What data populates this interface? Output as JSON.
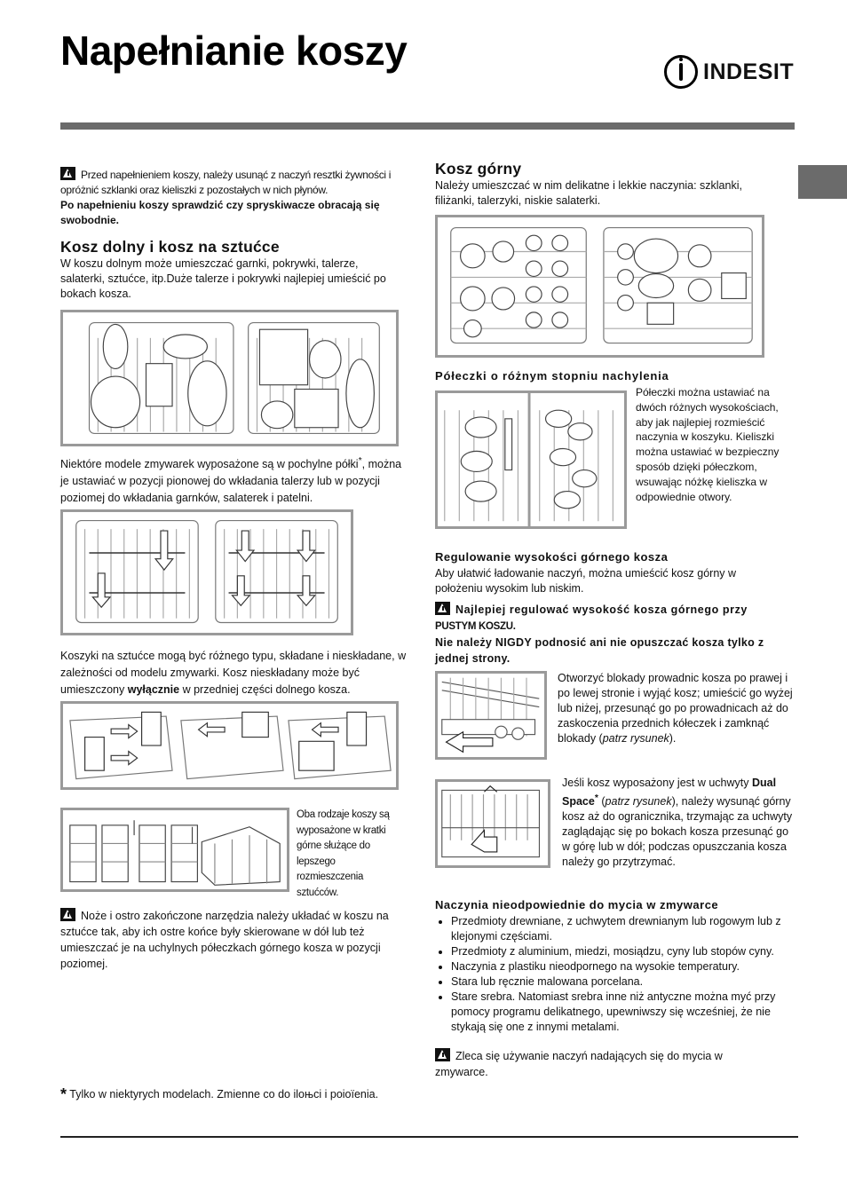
{
  "header": {
    "title": "Napełnianie koszy",
    "logo_text": "INDESIT"
  },
  "left": {
    "intro_warning": "Przed napełnieniem koszy, należy usunąć z naczyń resztki żywności i opróżnić szklanki oraz kieliszki z pozostałych w nich płynów.",
    "intro_bold": "Po napełnieniu koszy sprawdzić czy spryskiwacze obracają się swobodnie.",
    "lower_title": "Kosz dolny i kosz na sztućce",
    "lower_text": "W koszu dolnym może umieszczać garnki, pokrywki, talerze, salaterki, sztućce, itp.Duże talerze i pokrywki najlepiej umieścić po bokach kosza.",
    "shelves_text": "Niektóre modele zmywarek wyposażone są w pochylne półki",
    "shelves_star": "*",
    "shelves_text2": ", można je ustawiać w pozycji pionowej do wkładania talerzy lub w pozycji poziomej do wkładania garnków, salaterek i patelni.",
    "cutlery_text_1": "Koszyki na sztućce mogą być różnego typu, składane i nieskładane, w zależności od modelu zmywarki. Kosz nieskładany może być umieszczony ",
    "cutlery_bold": "wyłącznie",
    "cutlery_text_2": " w przedniej części dolnego kosza.",
    "grates_text": "Oba rodzaje koszy są wyposażone w kratki górne służące do lepszego rozmieszczenia sztućców.",
    "knives_warning": "Noże i ostro zakończone narzędzia należy układać w koszu na sztućce tak, aby ich ostre końce były skierowane w dół lub też umieszczać je na uchylnych półeczkach górnego kosza w pozycji poziomej.",
    "footnote_star": "*",
    "footnote": "Tylko w niektyrych modelach. Zmienne co do iloњci i poioїenia."
  },
  "right": {
    "upper_title": "Kosz górny",
    "upper_text": "Należy umieszczać w nim delikatne i lekkie naczynia: szklanki, filiżanki, talerzyki, niskie salaterki.",
    "tilt_title": "Półeczki o różnym stopniu nachylenia",
    "tilt_text": "Półeczki można ustawiać na dwóch różnych wysokościach, aby jak najlepiej rozmieścić naczynia w koszyku. Kieliszki można ustawiać w bezpieczny sposób dzięki półeczkom, wsuwając nóżkę kieliszka w odpowiednie otwory.",
    "height_title": "Regulowanie wysokości górnego kosza",
    "height_text": "Aby ułatwić ładowanie naczyń, można umieścić kosz górny w położeniu wysokim lub niskim.",
    "height_warn_1": "Najlepiej regulować wysokość kosza górnego przy",
    "height_warn_2": "PUSTYM KOSZU.",
    "height_warn_3": "Nie należy NIGDY podnosić ani nie opuszczać kosza tylko z jednej strony.",
    "locks_text": "Otworzyć blokady prowadnic kosza po prawej i po lewej stronie i wyjąć kosz; umieścić go wyżej lub niżej, przesunąć go po prowadnicach aż do zaskoczenia przednich kółeczek i zamknąć blokady (",
    "locks_italic": "patrz rysunek",
    "locks_end": ").",
    "dual_1": "Jeśli kosz wyposażony jest w uchwyty ",
    "dual_bold": "Dual Space",
    "dual_star": "*",
    "dual_2": " (",
    "dual_italic": "patrz rysunek",
    "dual_3": "), należy wysunąć górny kosz aż do ogranicznika, trzymając za uchwyty zaglądając się po bokach kosza przesunąć go w górę lub w dół; podczas opuszczania kosza należy go przytrzymać.",
    "unsuitable_title": "Naczynia nieodpowiednie do mycia w zmywarce",
    "unsuitable_items": [
      "Przedmioty drewniane, z uchwytem drewnianym lub rogowym lub z klejonymi częściami.",
      "Przedmioty z aluminium, miedzi, mosiądzu, cyny lub stopów cyny.",
      "Naczynia z plastiku nieodpornego na wysokie temperatury.",
      "Stara lub ręcznie malowana porcelana.",
      "Stare srebra. Natomiast srebra inne niż antyczne można myć przy pomocy programu delikatnego, upewniwszy się wcześniej, że nie stykają się one z innymi metalami."
    ],
    "final_warning": "Zleca się używanie naczyń nadających się do mycia w zmywarce."
  }
}
